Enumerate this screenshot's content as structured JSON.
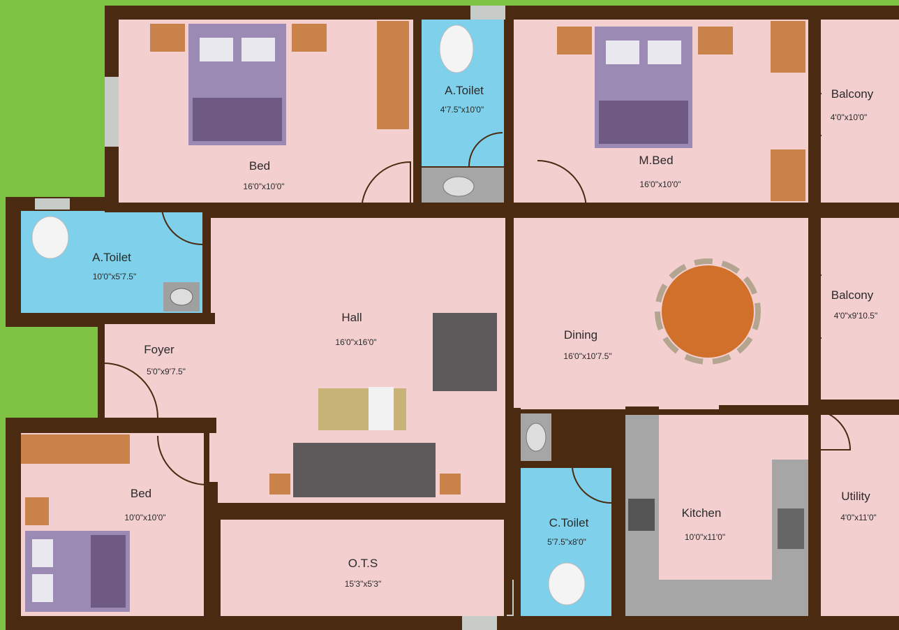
{
  "colors": {
    "lawn": "#7dc242",
    "wall": "#4a2a10",
    "floor": "#f3cfd0",
    "toilet_floor": "#7fd0ea",
    "window": "#c8ccc8",
    "wood": "#c9824a",
    "bed_frame": "#9a8ab4",
    "bed_base": "#6e5a82",
    "sofa": "#5e5a5c",
    "counter": "#a6a6a6",
    "table": "#d0702a"
  },
  "rooms": {
    "bed_top": {
      "name": "Bed",
      "size": "16'0\"x10'0\""
    },
    "toilet_top": {
      "name": "A.Toilet",
      "size": "4'7.5\"x10'0\""
    },
    "master_bed": {
      "name": "M.Bed",
      "size": "16'0\"x10'0\""
    },
    "balcony_top": {
      "name": "Balcony",
      "size": "4'0\"x10'0\""
    },
    "toilet_left": {
      "name": "A.Toilet",
      "size": "10'0\"x5'7.5\""
    },
    "hall": {
      "name": "Hall",
      "size": "16'0\"x16'0\""
    },
    "dining": {
      "name": "Dining",
      "size": "16'0\"x10'7.5\""
    },
    "balcony_mid": {
      "name": "Balcony",
      "size": "4'0\"x9'10.5\""
    },
    "foyer": {
      "name": "Foyer",
      "size": "5'0\"x9'7.5\""
    },
    "bed_bottom": {
      "name": "Bed",
      "size": "10'0\"x10'0\""
    },
    "ots": {
      "name": "O.T.S",
      "size": "15'3\"x5'3\""
    },
    "toilet_common": {
      "name": "C.Toilet",
      "size": "5'7.5\"x8'0\""
    },
    "kitchen": {
      "name": "Kitchen",
      "size": "10'0\"x11'0\""
    },
    "utility": {
      "name": "Utility",
      "size": "4'0\"x11'0\""
    }
  }
}
